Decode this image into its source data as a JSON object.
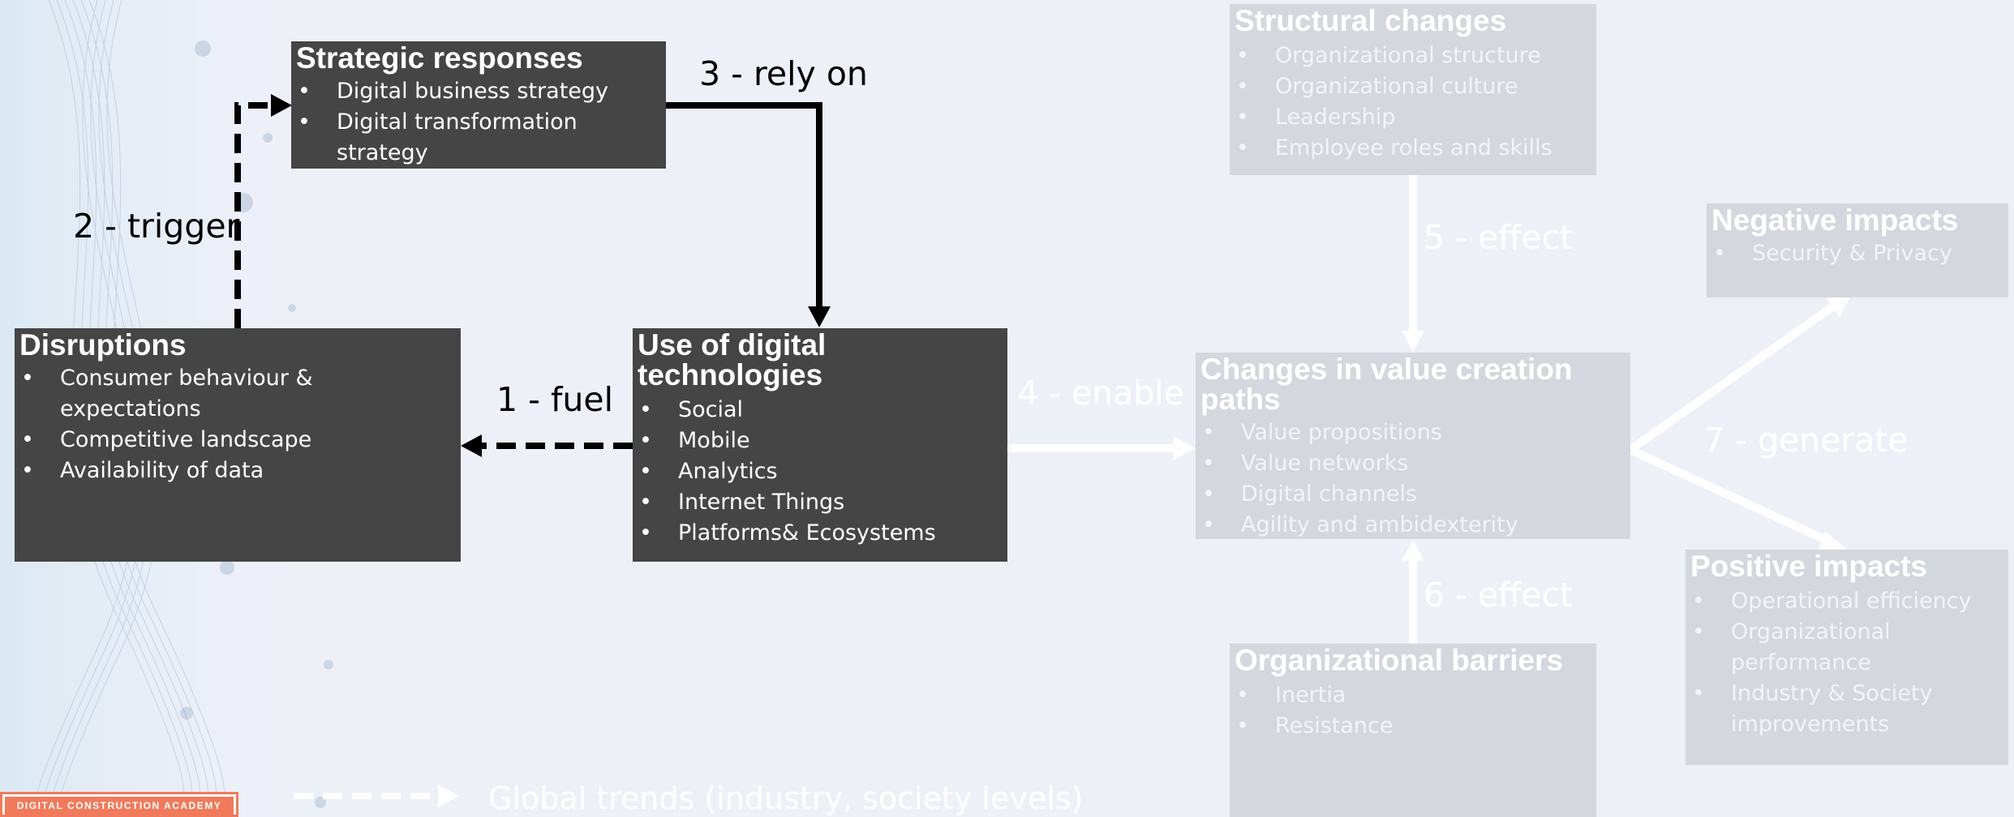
{
  "colors": {
    "background": "#eef0f8",
    "active_box": "#454545",
    "faded_box": "#d5d7de",
    "active_arrow": "#000000",
    "faded_arrow": "#ffffff",
    "logo_accent": "#f07a5b"
  },
  "boxes": {
    "strategic": {
      "title": "Strategic responses",
      "items": [
        "Digital business strategy",
        "Digital transformation strategy"
      ]
    },
    "disruptions": {
      "title": "Disruptions",
      "items": [
        "Consumer behaviour & expectations",
        "Competitive landscape",
        "Availability of data"
      ]
    },
    "digital": {
      "title": "Use of digital technologies",
      "items": [
        "Social",
        "Mobile",
        "Analytics",
        "Internet Things",
        "Platforms& Ecosystems"
      ]
    },
    "structural": {
      "title": "Structural changes",
      "items": [
        "Organizational structure",
        "Organizational culture",
        "Leadership",
        "Employee roles and skills"
      ]
    },
    "value": {
      "title": "Changes in value creation paths",
      "items": [
        "Value propositions",
        "Value networks",
        "Digital channels",
        "Agility and ambidexterity"
      ]
    },
    "barriers": {
      "title": "Organizational barriers",
      "items": [
        "Inertia",
        "Resistance"
      ]
    },
    "negative": {
      "title": "Negative impacts",
      "items": [
        "Security & Privacy"
      ]
    },
    "positive": {
      "title": "Positive impacts",
      "items": [
        "Operational efficiency",
        "Organizational performance",
        "Industry & Society improvements"
      ]
    }
  },
  "edges": {
    "fuel": "1 - fuel",
    "trigger": "2 - trigger",
    "rely_on": "3 - rely on",
    "enable": "4 - enable",
    "effect_structural": "5 - effect",
    "effect_barriers": "6 - effect",
    "generate": "7 - generate"
  },
  "legend": {
    "label": "Global trends (industry, society levels)"
  },
  "logo": {
    "text": "DIGITAL CONSTRUCTION ACADEMY"
  }
}
